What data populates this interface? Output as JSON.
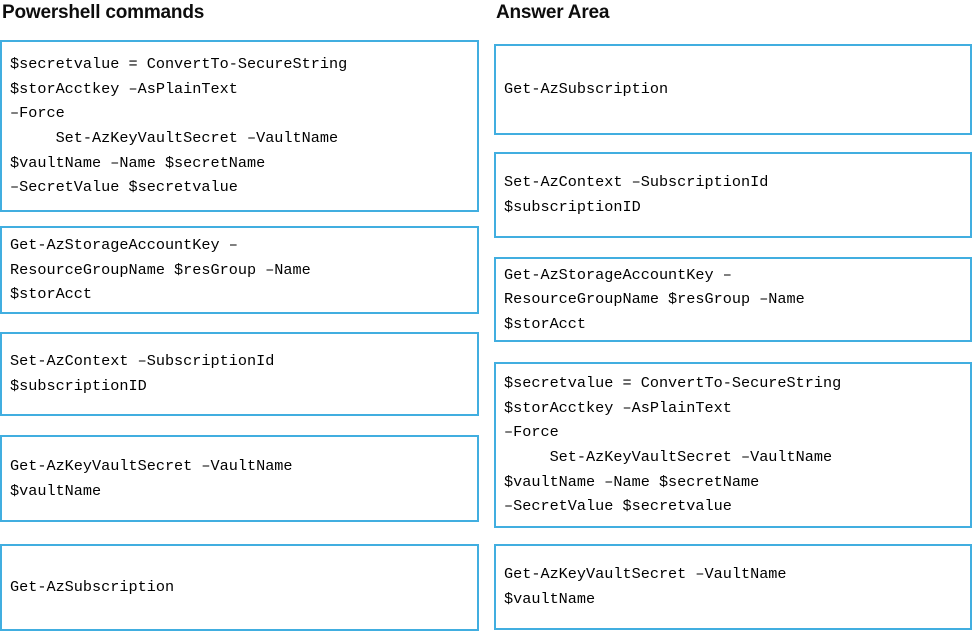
{
  "left_panel": {
    "heading": "Powershell commands",
    "cards": [
      {
        "id": "convertto-securestring-card",
        "text": "$secretvalue = ConvertTo-SecureString\n$storAcctkey –AsPlainText\n–Force\n     Set-AzKeyVaultSecret –VaultName\n$vaultName –Name $secretName\n–SecretValue $secretvalue"
      },
      {
        "id": "get-azstorageaccountkey-card",
        "text": "Get-AzStorageAccountKey –\nResourceGroupName $resGroup –Name\n$storAcct"
      },
      {
        "id": "set-azcontext-card",
        "text": "Set-AzContext –SubscriptionId\n$subscriptionID"
      },
      {
        "id": "get-azkeyvaultsecret-card",
        "text": "Get-AzKeyVaultSecret –VaultName\n$vaultName"
      },
      {
        "id": "get-azsubscription-card",
        "text": "Get-AzSubscription"
      }
    ]
  },
  "right_panel": {
    "heading": "Answer Area",
    "cards": [
      {
        "id": "answer-get-azsubscription-card",
        "text": "Get-AzSubscription"
      },
      {
        "id": "answer-set-azcontext-card",
        "text": "Set-AzContext –SubscriptionId\n$subscriptionID"
      },
      {
        "id": "answer-get-azstorageaccountkey-card",
        "text": "Get-AzStorageAccountKey –\nResourceGroupName $resGroup –Name\n$storAcct"
      },
      {
        "id": "answer-convertto-securestring-card",
        "text": "$secretvalue = ConvertTo-SecureString\n$storAcctkey –AsPlainText\n–Force\n     Set-AzKeyVaultSecret –VaultName\n$vaultName –Name $secretName\n–SecretValue $secretvalue"
      },
      {
        "id": "answer-get-azkeyvaultsecret-card",
        "text": "Get-AzKeyVaultSecret –VaultName\n$vaultName"
      }
    ]
  },
  "colors": {
    "card_border": "#41AEE0",
    "card_background": "#FFFFFF",
    "text": "#000000",
    "heading_text": "#0D0D0D",
    "page_background": "#FFFFFF"
  }
}
